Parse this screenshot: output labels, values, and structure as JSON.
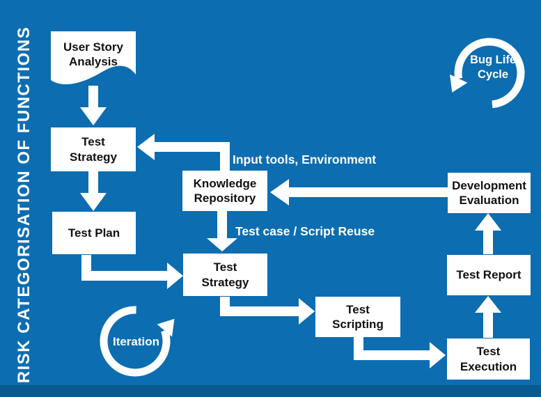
{
  "title": "RISK CATEGORISATION OF FUNCTIONS",
  "colors": {
    "background": "#0c6db1",
    "bottom_strip": "#095a8f",
    "box_background": "#ffffff",
    "box_text": "#111111",
    "label_text": "#ffffff",
    "arrow": "#ffffff"
  },
  "nodes": {
    "user_story": {
      "line1": "User Story",
      "line2": "Analysis"
    },
    "test_strategy_1": {
      "line1": "Test",
      "line2": "Strategy"
    },
    "test_plan": {
      "line1": "Test Plan",
      "line2": ""
    },
    "knowledge_repository": {
      "line1": "Knowledge",
      "line2": "Repository"
    },
    "test_strategy_2": {
      "line1": "Test",
      "line2": "Strategy"
    },
    "test_scripting": {
      "line1": "Test",
      "line2": "Scripting"
    },
    "test_execution": {
      "line1": "Test",
      "line2": "Execution"
    },
    "test_report": {
      "line1": "Test Report",
      "line2": ""
    },
    "development_evaluation": {
      "line1": "Development",
      "line2": "Evaluation"
    }
  },
  "edge_labels": {
    "input_tools": "Input tools, Environment",
    "script_reuse": "Test case / Script Reuse"
  },
  "loops": {
    "bug_life_cycle": {
      "line1": "Bug",
      "line2": "Life Cycle"
    },
    "iteration": {
      "line1": "Iteration",
      "line2": ""
    }
  }
}
